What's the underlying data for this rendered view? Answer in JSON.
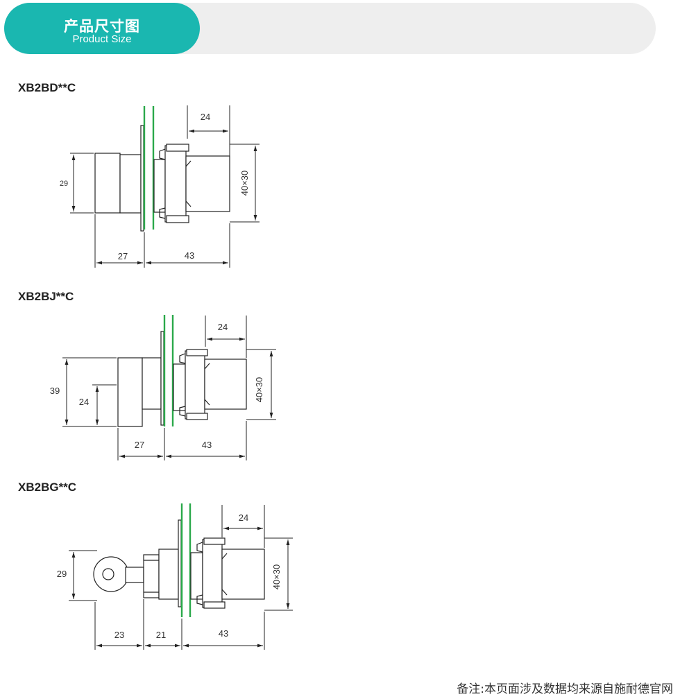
{
  "header": {
    "title_cn": "产品尺寸图",
    "title_en": "Product Size"
  },
  "diagrams": [
    {
      "model": "XB2BD**C",
      "dims": {
        "top": "24",
        "side": "40×30",
        "left_height": "29",
        "bottom_left": "27",
        "bottom_right": "43"
      }
    },
    {
      "model": "XB2BJ**C",
      "dims": {
        "top": "24",
        "side": "40×30",
        "left_outer": "39",
        "left_inner": "24",
        "bottom_left": "27",
        "bottom_right": "43"
      }
    },
    {
      "model": "XB2BG**C",
      "dims": {
        "top": "24",
        "side": "40×30",
        "left_height": "29",
        "bottom_a": "23",
        "bottom_b": "21",
        "bottom_c": "43"
      }
    }
  ],
  "footer": {
    "note": "备注:本页面涉及数据均来源自施耐德官网"
  },
  "colors": {
    "accent": "#1ab7b0",
    "panel_line": "#2aa84a",
    "drawing": "#222222"
  }
}
